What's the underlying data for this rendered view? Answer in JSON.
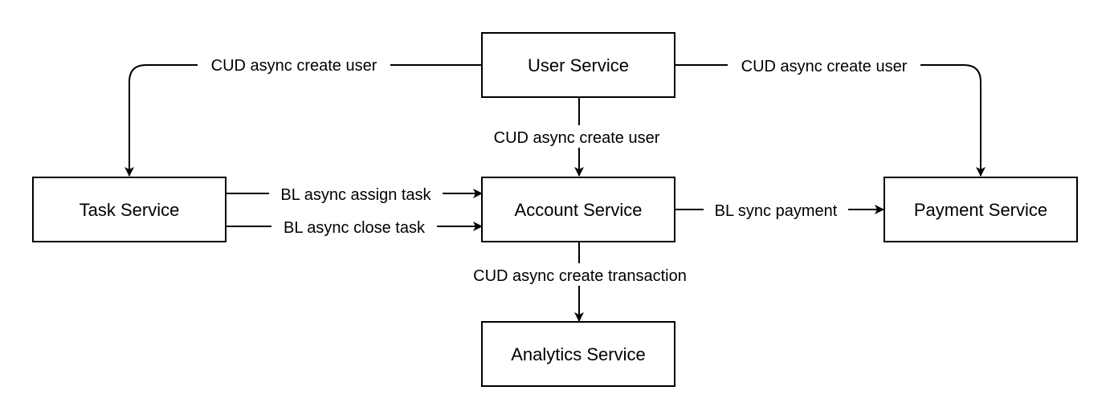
{
  "nodes": {
    "user": {
      "label": "User Service"
    },
    "task": {
      "label": "Task Service"
    },
    "account": {
      "label": "Account Service"
    },
    "payment": {
      "label": "Payment Service"
    },
    "analytics": {
      "label": "Analytics Service"
    }
  },
  "edges": {
    "user_to_task": {
      "label": "CUD async create user"
    },
    "user_to_payment": {
      "label": "CUD async create user"
    },
    "user_to_account": {
      "label": "CUD async create user"
    },
    "task_assign_to_account": {
      "label": "BL async assign task"
    },
    "task_close_to_account": {
      "label": "BL async close task"
    },
    "account_to_payment": {
      "label": "BL sync payment"
    },
    "account_to_analytics": {
      "label": "CUD async create transaction"
    }
  },
  "colors": {
    "stroke": "#000000",
    "background": "#ffffff"
  }
}
